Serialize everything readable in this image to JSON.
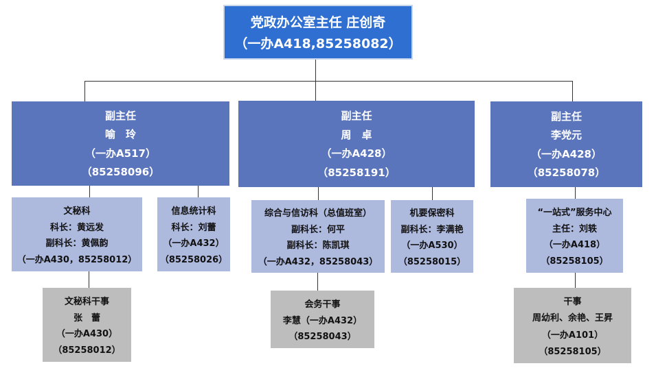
{
  "colors": {
    "top": "#2F6FD1",
    "deputy": "#5B75BD",
    "section": "#AEB9DE",
    "staff": "#BDBDBD",
    "connector": "#333333"
  },
  "director": {
    "title": "党政办公室主任 庄创奇",
    "contact": "（一办A418,85258082）"
  },
  "deputies": [
    {
      "role": "副主任",
      "name": "喻　玲",
      "office": "（一办A517）",
      "phone": "（85258096）"
    },
    {
      "role": "副主任",
      "name": "周　卓",
      "office": "（一办A428）",
      "phone": "（85258191）"
    },
    {
      "role": "副主任",
      "name": "李党元",
      "office": "（一办A428）",
      "phone": "（85258078）"
    }
  ],
  "sections": [
    {
      "name": "文秘科",
      "chief": "科长：黄远发",
      "deputy": "副科长：黄佩韵",
      "contact": "（一办A430，85258012）"
    },
    {
      "name": "信息统计科",
      "chief": "科长：刘蕾",
      "office": "（一办A432）",
      "phone": "（85258026）"
    },
    {
      "name": "综合与信访科（总值班室）",
      "deputy1": "副科长：何平",
      "deputy2": "副科长：陈凯琪",
      "contact": "（一办A432，85258043）"
    },
    {
      "name": "机要保密科",
      "deputy": "副科长：李满艳",
      "office": "（一办A530）",
      "phone": "（85258015）"
    },
    {
      "name": "“一站式”服务中心",
      "chief": "主任：刘轶",
      "office": "（一办A418）",
      "phone": "（85258105）"
    }
  ],
  "staff": [
    {
      "title": "文秘科干事",
      "name": "张　蕾",
      "office": "（一办A430）",
      "phone": "（85258012）"
    },
    {
      "title": "会务干事",
      "name": "李慧（一办A432）",
      "phone": "（85258043）"
    },
    {
      "title": "干事",
      "names": "周幼利、余艳、王昇",
      "office": "（一办A101）",
      "phone": "（85258105）"
    }
  ]
}
